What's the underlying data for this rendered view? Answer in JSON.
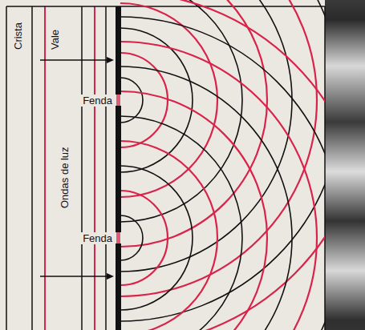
{
  "diagram": {
    "labels": [
      "Crista",
      "Vale",
      "Ondas de luz",
      "Fenda",
      "Fenda"
    ]
  }
}
